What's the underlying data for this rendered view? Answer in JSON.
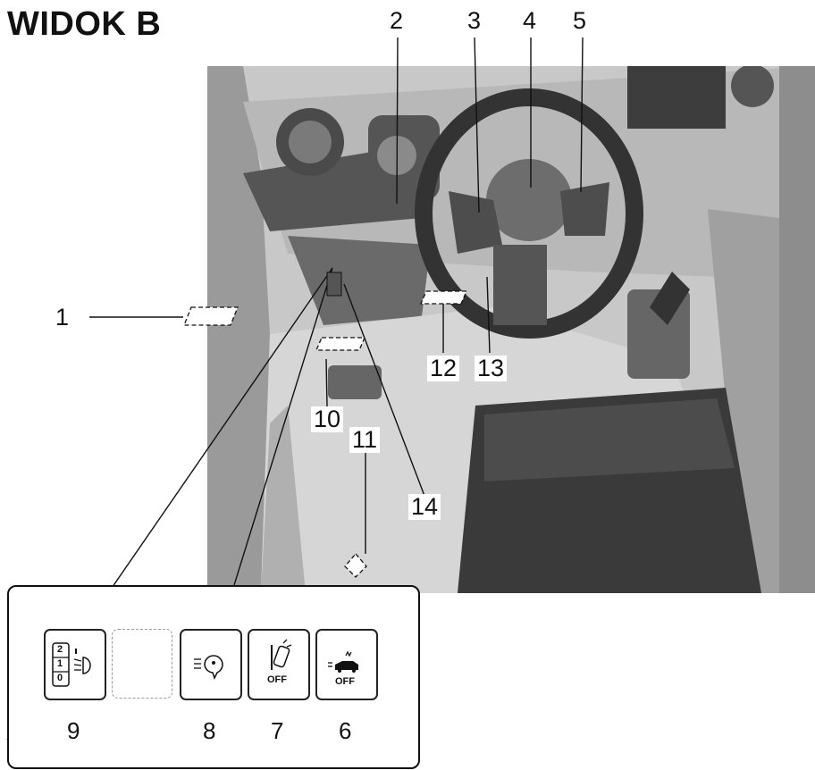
{
  "title": "WIDOK B",
  "callouts": [
    "1",
    "2",
    "3",
    "4",
    "5",
    "10",
    "11",
    "12",
    "13",
    "14"
  ],
  "inset": {
    "switches": [
      {
        "number": "9",
        "icon": "headlight-leveling-icon",
        "dial": [
          "2",
          "1",
          "0"
        ]
      },
      {
        "number": "",
        "icon": "blank-switch-slot",
        "label": ""
      },
      {
        "number": "8",
        "icon": "lane-departure-warning-icon",
        "label": ""
      },
      {
        "number": "7",
        "icon": "lane-assist-off-icon",
        "label": "OFF"
      },
      {
        "number": "6",
        "icon": "collision-brake-off-icon",
        "label": "OFF"
      }
    ]
  },
  "colors": {
    "line": "#111111",
    "photo_bg": "#c9c9c9",
    "photo_dark": "#3a3a3a"
  }
}
